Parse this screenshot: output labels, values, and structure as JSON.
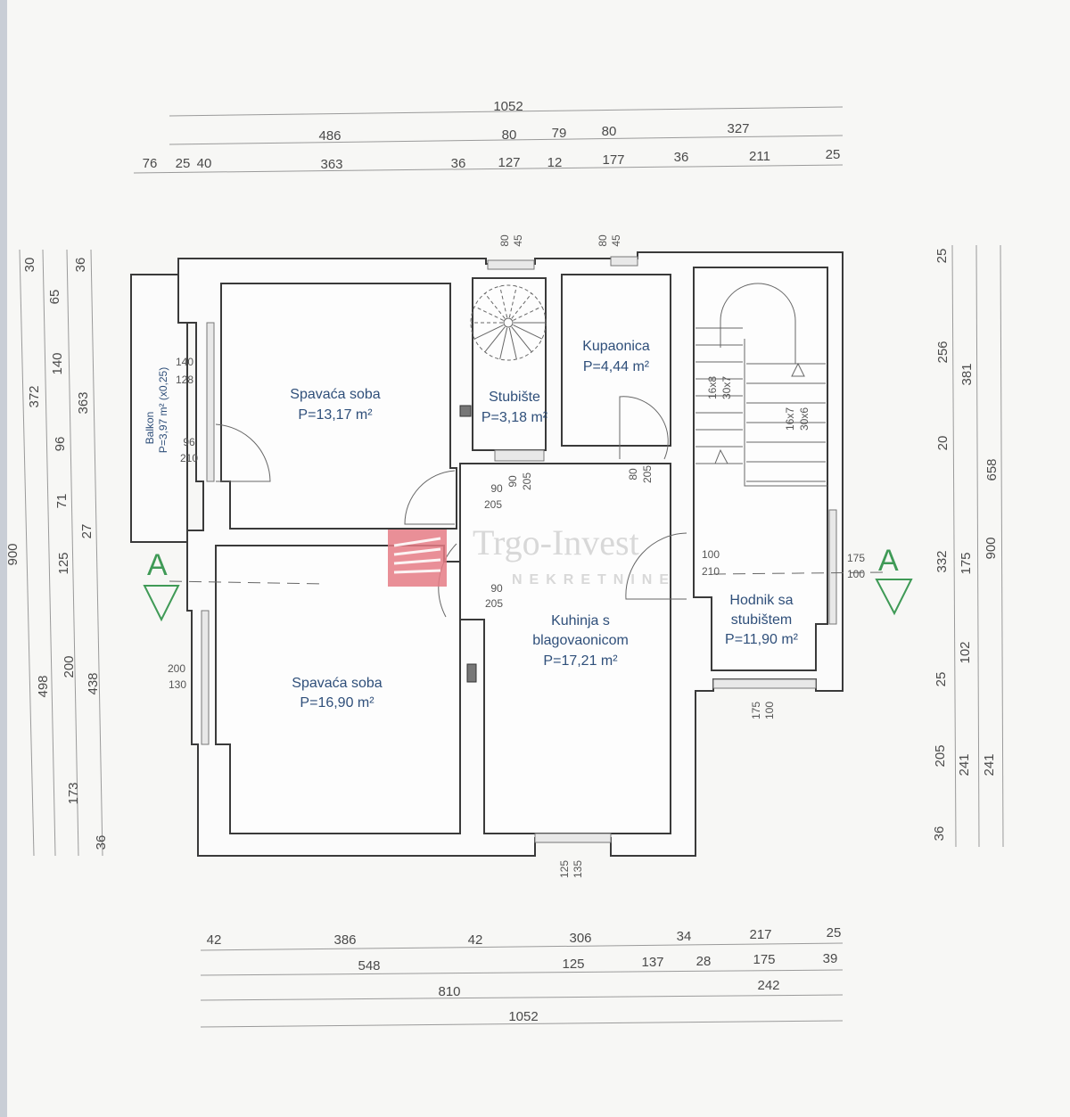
{
  "rooms": [
    {
      "name": "Spavaća soba",
      "area": "P=13,17 m²"
    },
    {
      "name": "Stubište",
      "area": "P=3,18 m²"
    },
    {
      "name": "Kupaonica",
      "area": "P=4,44 m²"
    },
    {
      "name": "Spavaća soba",
      "area": "P=16,90 m²"
    },
    {
      "name": "Kuhinja s",
      "name2": "blagovaonicom",
      "area": "P=17,21 m²"
    },
    {
      "name": "Hodnik sa",
      "name2": "stubištem",
      "area": "P=11,90 m²"
    }
  ],
  "balcony": {
    "name": "Balkon",
    "area": "P=3,97 m² (x0,25)"
  },
  "section_marker": "A",
  "watermark": {
    "brand": "Trgo-Invest",
    "sub": "NEKRETNINE",
    "color": "#e57b85"
  },
  "dims_top": [
    "1052",
    "486",
    "80",
    "79",
    "80",
    "327",
    "76",
    "25",
    "40",
    "363",
    "36",
    "127",
    "12",
    "177",
    "36",
    "211",
    "25"
  ],
  "dims_bottom": [
    "42",
    "386",
    "42",
    "306",
    "34",
    "217",
    "25",
    "548",
    "125",
    "137",
    "28",
    "175",
    "39",
    "810",
    "242",
    "1052"
  ],
  "dims_left": [
    "900",
    "372",
    "498",
    "30",
    "65",
    "140",
    "96",
    "71",
    "125",
    "200",
    "173",
    "36",
    "363",
    "27",
    "438",
    "36"
  ],
  "dims_right": [
    "25",
    "256",
    "20",
    "332",
    "25",
    "205",
    "36",
    "381",
    "175",
    "102",
    "241",
    "658",
    "900",
    "241"
  ],
  "openings": [
    "80",
    "45",
    "80",
    "45",
    "140",
    "128",
    "96",
    "210",
    "90",
    "205",
    "90",
    "205",
    "80",
    "205",
    "100",
    "210",
    "175",
    "100",
    "90",
    "205",
    "200",
    "130",
    "175",
    "100",
    "125",
    "135"
  ],
  "stairs": [
    "16x8",
    "30x7",
    "16x7",
    "30x6"
  ]
}
